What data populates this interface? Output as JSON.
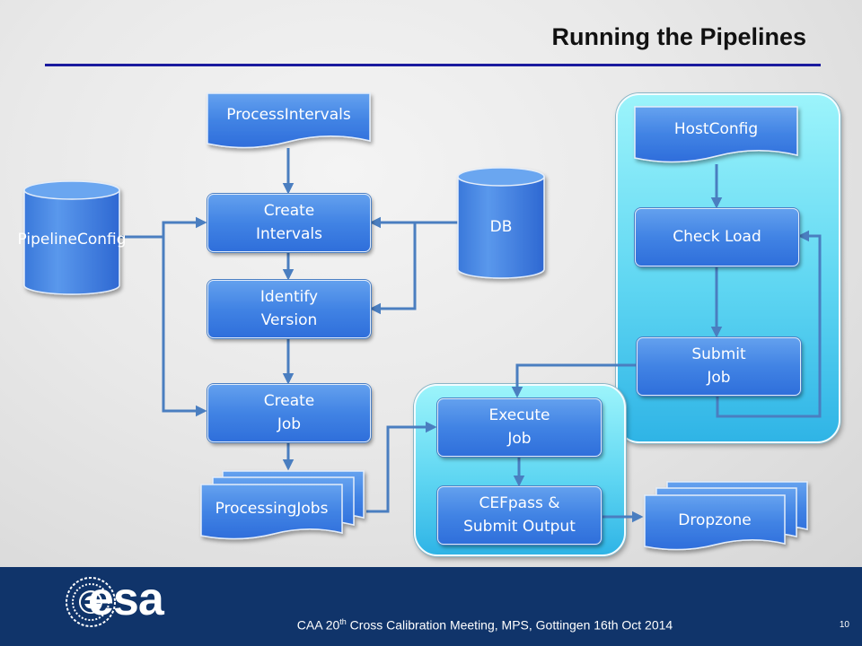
{
  "slide": {
    "title": "Running the Pipelines",
    "footer": {
      "prefix": "CAA 20",
      "superscript": "th",
      "suffix": " Cross Calibration Meeting, MPS, Gottingen 16th Oct 2014"
    },
    "page_number": "10",
    "logo_text": "esa"
  },
  "diagram": {
    "nodes": {
      "process_intervals": [
        "Process",
        "Intervals"
      ],
      "create_intervals": [
        "Create",
        "Intervals"
      ],
      "identify_version": [
        "Identify",
        "Version"
      ],
      "create_job": [
        "Create",
        "Job"
      ],
      "processing_jobs": [
        "Processing",
        "Jobs"
      ],
      "pipeline_config": [
        "Pipeline",
        "Config"
      ],
      "db": [
        "DB"
      ],
      "host_config": [
        "Host",
        "Config"
      ],
      "check_load": [
        "Check Load"
      ],
      "submit_job": [
        "Submit",
        "Job"
      ],
      "execute_job": [
        "Execute",
        "Job"
      ],
      "cefpass_submit": [
        "CEFpass &",
        "Submit Output"
      ],
      "dropzone": [
        "Dropzone"
      ]
    }
  },
  "colors": {
    "box_blue": "#3f80e2",
    "panel_cyan": "#5fd6f2",
    "connector": "#4a7ec0",
    "footer_navy": "#10346a",
    "title_rule": "#1a1a9e"
  }
}
